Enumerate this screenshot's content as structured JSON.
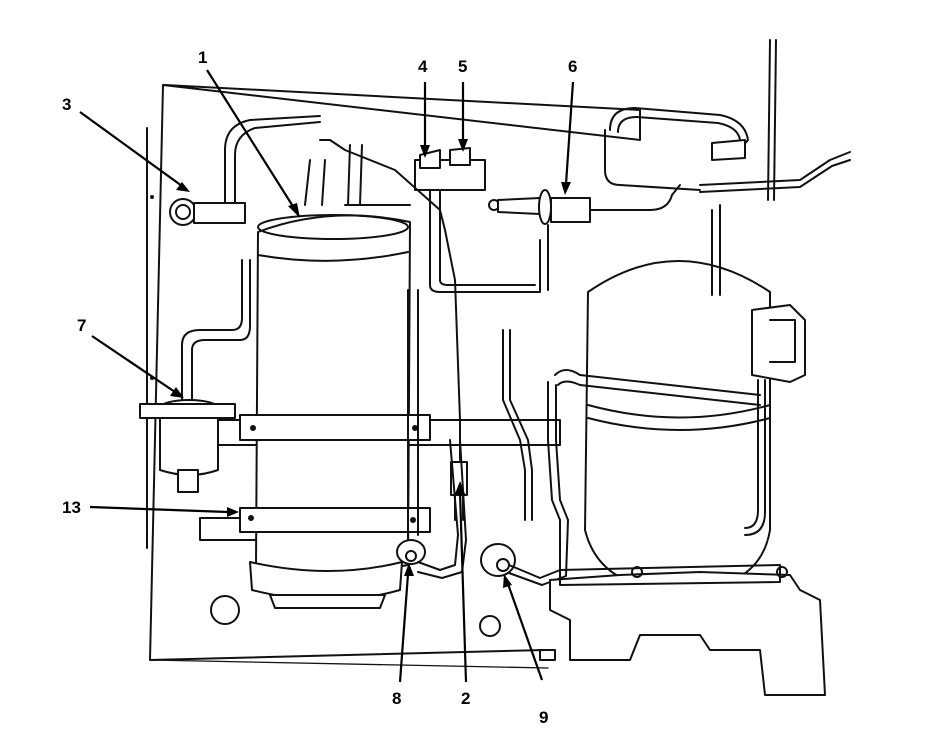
{
  "callouts": {
    "c1": "1",
    "c2": "2",
    "c3": "3",
    "c4": "4",
    "c5": "5",
    "c6": "6",
    "c7": "7",
    "c8": "8",
    "c9": "9",
    "c13": "13"
  },
  "colors": {
    "line": "#111111",
    "background": "#ffffff"
  }
}
